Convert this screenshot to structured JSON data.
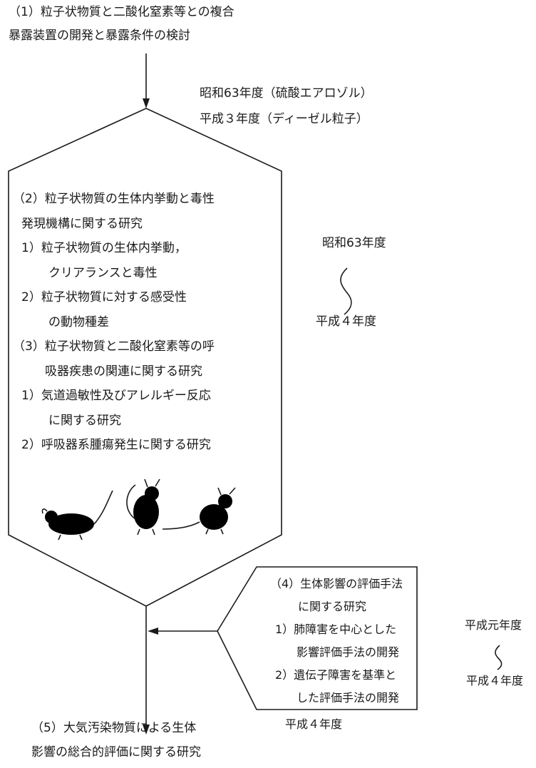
{
  "top_box": {
    "line1": "（1）粒子状物質と二酸化窒素等との複合",
    "line2": "暴露装置の開発と暴露条件の検討"
  },
  "period_1": {
    "line1": "昭和63年度（硫酸エアロゾル）",
    "line2": "平成３年度（ディーゼル粒子）"
  },
  "main_box": {
    "lines": [
      "（2）粒子状物質の生体内挙動と毒性",
      "発現機構に関する研究",
      "1）粒子状物質の生体内挙動，",
      "クリアランスと毒性",
      "2）粒子状物質に対する感受性",
      "の動物種差",
      "（3）粒子状物質と二酸化窒素等の呼",
      "吸器疾患の関連に関する研究",
      "1）気道過敏性及びアレルギー反応",
      "に関する研究",
      "2）呼吸器系腫瘍発生に関する研究"
    ]
  },
  "period_2": {
    "start": "昭和63年度",
    "end": "平成４年度"
  },
  "side_box": {
    "lines": [
      "（4）生体影響の評価手法",
      "に関する研究",
      "1）肺障害を中心とした",
      "影響評価手法の開発",
      "2）遺伝子障害を基準と",
      "した評価手法の開発"
    ]
  },
  "period_3": {
    "start": "平成元年度",
    "end": "平成４年度"
  },
  "period_4": {
    "label": "平成４年度"
  },
  "bottom_box": {
    "line1": "（5）大気汚染物質による生体",
    "line2": "影響の総合的評価に関する研究"
  }
}
